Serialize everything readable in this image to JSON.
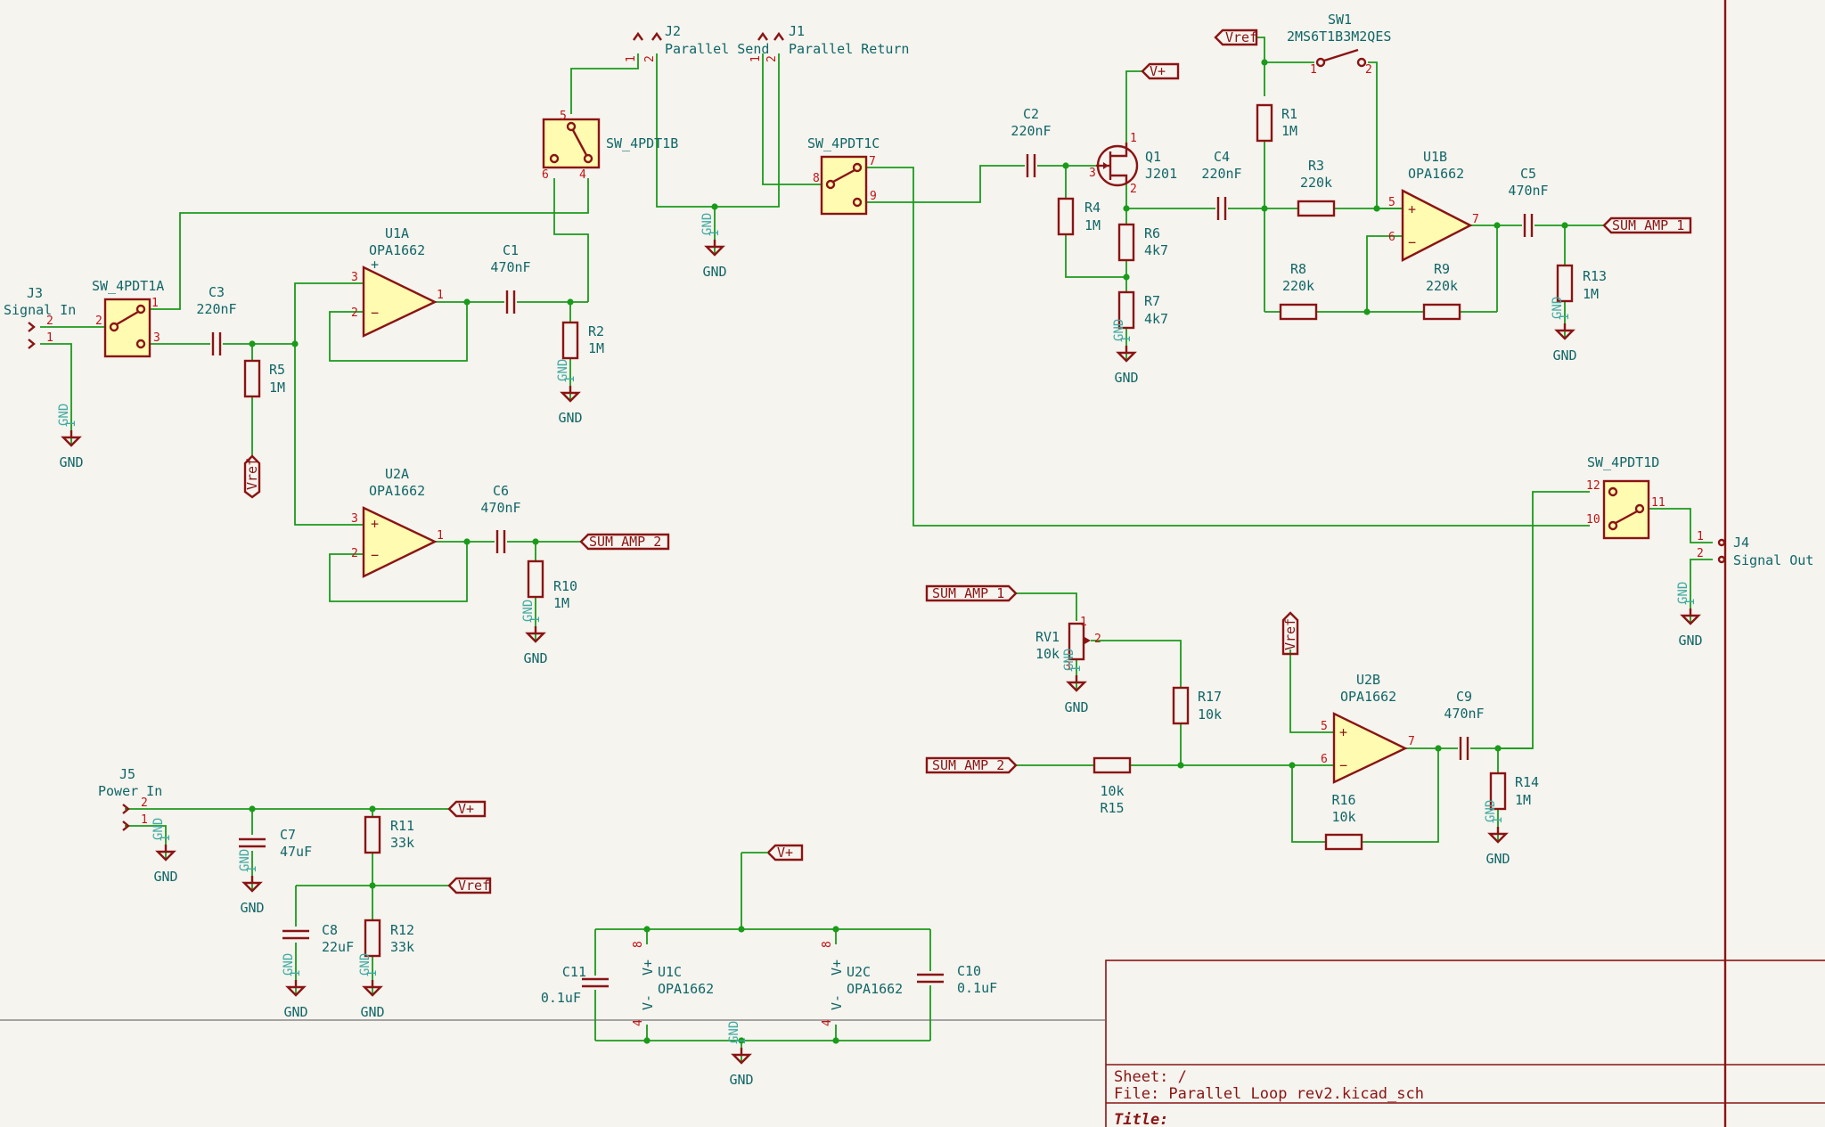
{
  "connectors": {
    "j3": {
      "ref": "J3",
      "value": "Signal In",
      "pins": [
        "2",
        "1"
      ]
    },
    "j2": {
      "ref": "J2",
      "value": "Parallel Send",
      "pins": [
        "1",
        "2"
      ]
    },
    "j1": {
      "ref": "J1",
      "value": "Parallel Return",
      "pins": [
        "1",
        "2"
      ]
    },
    "j4": {
      "ref": "J4",
      "value": "Signal Out",
      "pins": [
        "1",
        "2"
      ]
    },
    "j5": {
      "ref": "J5",
      "value": "Power In",
      "pins": [
        "2",
        "1"
      ]
    }
  },
  "switches": {
    "sw_a": {
      "value": "SW_4PDT1A",
      "pins": [
        "1",
        "2",
        "3"
      ]
    },
    "sw_b": {
      "value": "SW_4PDT1B",
      "pins": [
        "5",
        "6",
        "4"
      ]
    },
    "sw_c": {
      "value": "SW_4PDT1C",
      "pins": [
        "7",
        "8",
        "9"
      ]
    },
    "sw_d": {
      "value": "SW_4PDT1D",
      "pins": [
        "12",
        "10",
        "11"
      ]
    },
    "sw1": {
      "ref": "SW1",
      "value": "2MS6T1B3M2QES",
      "pins": [
        "1",
        "2"
      ]
    }
  },
  "opamps": {
    "u1a": {
      "ref": "U1A",
      "value": "OPA1662",
      "pins": [
        "3",
        "2",
        "1"
      ]
    },
    "u2a": {
      "ref": "U2A",
      "value": "OPA1662",
      "pins": [
        "3",
        "2",
        "1"
      ]
    },
    "u1b": {
      "ref": "U1B",
      "value": "OPA1662",
      "pins": [
        "5",
        "6",
        "7"
      ]
    },
    "u2b": {
      "ref": "U2B",
      "value": "OPA1662",
      "pins": [
        "5",
        "6",
        "7"
      ]
    },
    "u1c": {
      "ref": "U1C",
      "value": "OPA1662",
      "pins": [
        "8",
        "4"
      ],
      "pwr": [
        "V+",
        "V-"
      ]
    },
    "u2c": {
      "ref": "U2C",
      "value": "OPA1662",
      "pins": [
        "8",
        "4"
      ],
      "pwr": [
        "V+",
        "V-"
      ]
    }
  },
  "transistor": {
    "ref": "Q1",
    "value": "J201",
    "pins": [
      "1",
      "2",
      "3"
    ]
  },
  "potentiometer": {
    "ref": "RV1",
    "value": "10k",
    "pins": [
      "1",
      "2",
      "3"
    ]
  },
  "capacitors": {
    "c1": {
      "ref": "C1",
      "value": "470nF"
    },
    "c2": {
      "ref": "C2",
      "value": "220nF"
    },
    "c3": {
      "ref": "C3",
      "value": "220nF"
    },
    "c4": {
      "ref": "C4",
      "value": "220nF"
    },
    "c5": {
      "ref": "C5",
      "value": "470nF"
    },
    "c6": {
      "ref": "C6",
      "value": "470nF"
    },
    "c7": {
      "ref": "C7",
      "value": "47uF"
    },
    "c8": {
      "ref": "C8",
      "value": "22uF"
    },
    "c9": {
      "ref": "C9",
      "value": "470nF"
    },
    "c10": {
      "ref": "C10",
      "value": "0.1uF"
    },
    "c11": {
      "ref": "C11",
      "value": "0.1uF"
    }
  },
  "resistors": {
    "r1": {
      "ref": "R1",
      "value": "1M"
    },
    "r2": {
      "ref": "R2",
      "value": "1M"
    },
    "r3": {
      "ref": "R3",
      "value": "220k"
    },
    "r4": {
      "ref": "R4",
      "value": "1M"
    },
    "r5": {
      "ref": "R5",
      "value": "1M"
    },
    "r6": {
      "ref": "R6",
      "value": "4k7"
    },
    "r7": {
      "ref": "R7",
      "value": "4k7"
    },
    "r8": {
      "ref": "R8",
      "value": "220k"
    },
    "r9": {
      "ref": "R9",
      "value": "220k"
    },
    "r10": {
      "ref": "R10",
      "value": "1M"
    },
    "r11": {
      "ref": "R11",
      "value": "33k"
    },
    "r12": {
      "ref": "R12",
      "value": "33k"
    },
    "r13": {
      "ref": "R13",
      "value": "1M"
    },
    "r14": {
      "ref": "R14",
      "value": "1M"
    },
    "r15": {
      "ref": "R15",
      "value": "10k"
    },
    "r16": {
      "ref": "R16",
      "value": "10k"
    },
    "r17": {
      "ref": "R17",
      "value": "10k"
    }
  },
  "nets": {
    "gnd": "GND",
    "gnd_pin": "1",
    "vplus": "V+",
    "vref": "Vref",
    "sum1": "SUM_AMP_1",
    "sum2": "SUM_AMP_2"
  },
  "title_block": {
    "sheet": "Sheet: /",
    "file": "File: Parallel Loop rev2.kicad_sch",
    "title": "Title:"
  },
  "colors": {
    "wire": "#1a9b1a",
    "symbol": "#8a1414",
    "symbol_fill": "#fffbb0",
    "text": "#116666",
    "background": "#f5f4ef"
  }
}
